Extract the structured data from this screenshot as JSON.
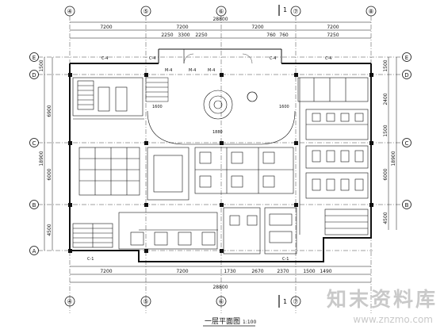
{
  "title": "一层平面图",
  "scale": "1:100",
  "section_mark": "1",
  "grid_columns": [
    "④",
    "⑤",
    "⑥",
    "⑦",
    "⑧"
  ],
  "grid_rows": [
    "E",
    "D",
    "C",
    "B",
    "A"
  ],
  "dims_top_overall": "28800",
  "dims_top_main": [
    "7200",
    "7200",
    "7200",
    "7200"
  ],
  "dims_top_detail": [
    "2250",
    "3300",
    "2250",
    "760",
    "7250",
    "760"
  ],
  "dims_bottom_main": [
    "7200",
    "7200",
    "1730",
    "2670",
    "2370",
    "1500",
    "1490"
  ],
  "dims_bottom_overall": "28800",
  "dims_side_left": [
    "1500",
    "6900",
    "6000",
    "4500"
  ],
  "dims_side_left_overall": "18900",
  "dims_side_right": [
    "1500",
    "2400",
    "1500",
    "6000",
    "4500"
  ],
  "dims_side_right_overall": "18900",
  "room_labels": [
    "C-4",
    "C-4",
    "C-4",
    "C-4",
    "C-1",
    "C-1",
    "M-4",
    "M-4",
    "M-4",
    "1600",
    "1600",
    "1880"
  ],
  "watermark": {
    "text": "知末资料库",
    "url": "www.znzmo.com"
  },
  "colors": {
    "line": "#111111",
    "bg": "#ffffff",
    "watermark": "#c9c9c9"
  }
}
